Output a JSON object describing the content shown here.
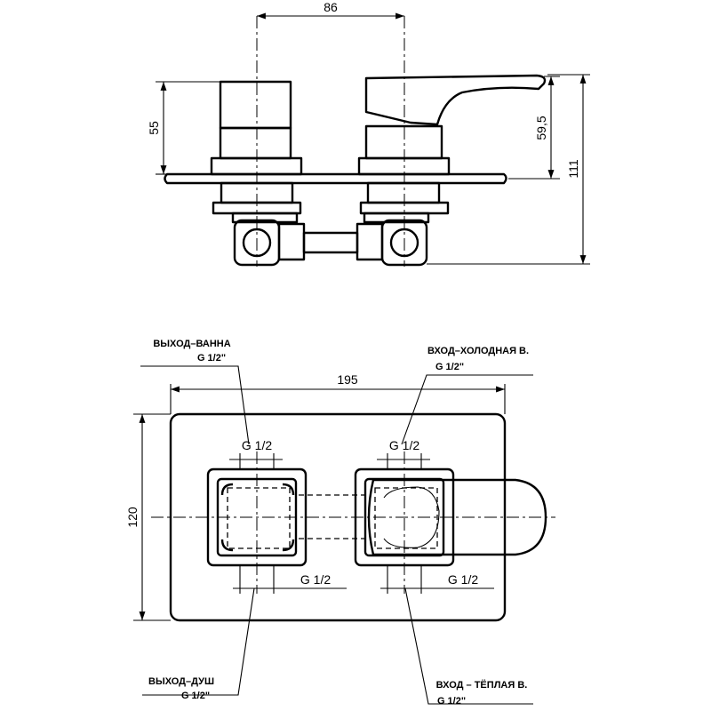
{
  "side_view": {
    "dim_width": "86",
    "dim_left_height": "55",
    "dim_handle_height": "59,5",
    "dim_total_height": "111"
  },
  "front_view": {
    "dim_plate_width": "195",
    "dim_plate_height": "120",
    "thread_top_left": "G 1/2",
    "thread_top_right": "G 1/2",
    "thread_bottom_left": "G 1/2",
    "thread_bottom_right": "G 1/2"
  },
  "labels": {
    "bath_outlet": [
      "ВЫХОД–ВАННА",
      "G 1/2\""
    ],
    "cold_inlet": [
      "ВХОД–ХОЛОДНАЯ В.",
      "G 1/2\""
    ],
    "shower_outlet": [
      "ВЫХОД–ДУШ",
      "G 1/2\""
    ],
    "hot_inlet": [
      "ВХОД – ТЁПЛАЯ В.",
      "G 1/2\""
    ]
  }
}
